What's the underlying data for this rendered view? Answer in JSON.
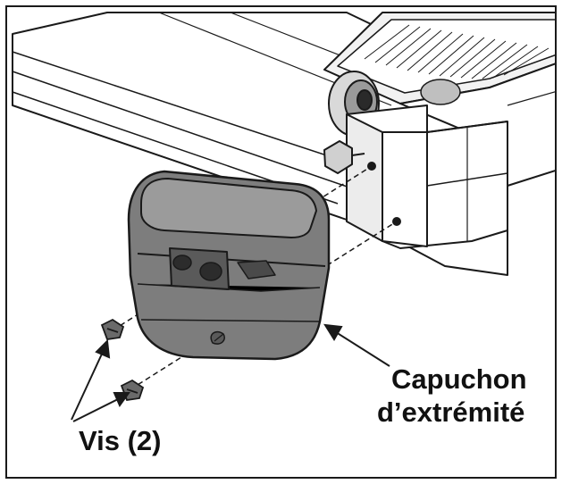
{
  "labels": {
    "end_cap_line1": "Capuchon",
    "end_cap_line2": "d’extrémité",
    "screws": "Vis (2)"
  },
  "colors": {
    "ink": "#1a1a1a",
    "cap_light": "#8e8e8e",
    "cap_mid": "#6f6f6f",
    "cap_dark": "#4a4a4a",
    "frame_fill": "#ffffff"
  },
  "icons": [
    "arrow-icon",
    "screw-icon"
  ]
}
